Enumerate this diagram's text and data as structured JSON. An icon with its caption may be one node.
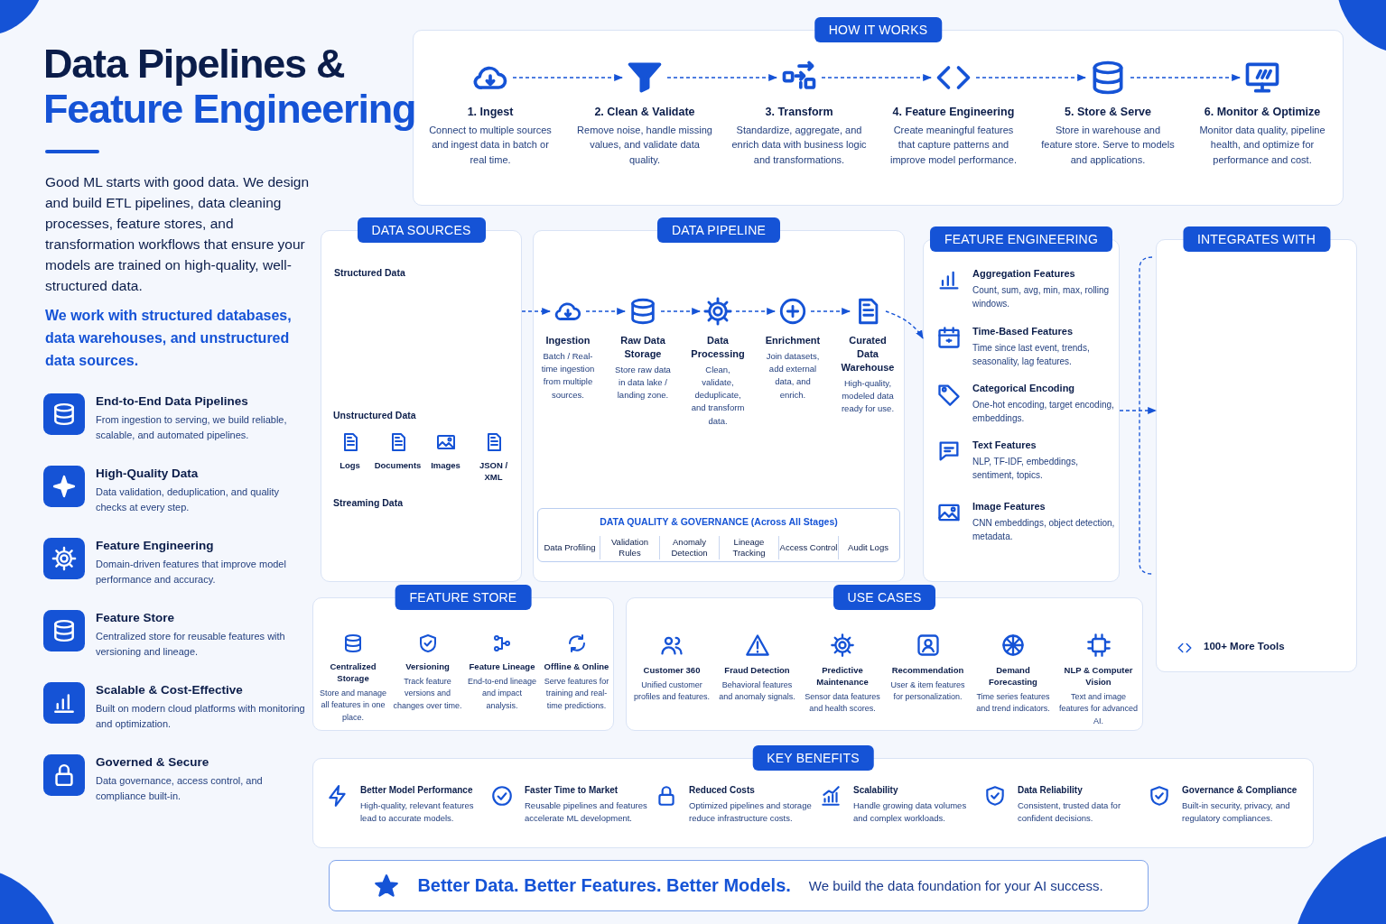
{
  "diagram": {
    "title": "Data Pipelines & Feature Engineering",
    "nodes": [
      {
        "text": [
          "HOW IT WORKS"
        ]
      },
      {
        "text": [
          "1. Ingest",
          "Connect to multiple sources and ingest data in batch or real time."
        ],
        "in": 0
      },
      {
        "text": [
          "2. Clean & Validate",
          "Remove noise, handle missing values, and validate data quality."
        ],
        "in": 0
      },
      {
        "text": [
          "3. Transform",
          "Standardize, aggregate, and enrich data with business logic and transformations."
        ],
        "in": 0
      },
      {
        "text": [
          "4. Feature Engineering",
          "Create meaningful features that capture patterns and improve model performance."
        ],
        "in": 0
      },
      {
        "text": [
          "5. Store & Serve",
          "Store in warehouse and feature store. Serve to models and applications."
        ],
        "in": 0
      },
      {
        "text": [
          "6. Monitor & Optimize",
          "Monitor data quality, pipeline health, and optimize for performance and cost."
        ],
        "in": 0
      },
      {
        "text": [
          "DATA SOURCES"
        ]
      },
      {
        "text": [
          "Structured Data"
        ],
        "in": 7
      },
      {
        "text": [
          "Unstructured Data"
        ],
        "in": 7
      },
      {
        "text": [
          "Logs"
        ],
        "in": 7
      },
      {
        "text": [
          "Documents"
        ],
        "in": 7
      },
      {
        "text": [
          "Images"
        ],
        "in": 7
      },
      {
        "text": [
          "JSON / XML"
        ],
        "in": 7
      },
      {
        "text": [
          "Streaming Data"
        ],
        "in": 7
      },
      {
        "text": [
          "DATA PIPELINE"
        ]
      },
      {
        "text": [
          "Ingestion",
          "Batch / Real-time ingestion from multiple sources."
        ],
        "in": 15
      },
      {
        "text": [
          "Raw Data Storage",
          "Store raw data in data lake / landing zone."
        ],
        "in": 15
      },
      {
        "text": [
          "Data Processing",
          "Clean, validate, deduplicate, and transform data."
        ],
        "in": 15
      },
      {
        "text": [
          "Enrichment",
          "Join datasets, add external data, and enrich."
        ],
        "in": 15
      },
      {
        "text": [
          "Curated Data Warehouse",
          "High-quality, modeled data ready for use."
        ],
        "in": 15
      },
      {
        "text": [
          "DATA QUALITY & GOVERNANCE (Across All Stages)"
        ],
        "in": 15
      },
      {
        "text": [
          "Data Profiling"
        ],
        "in": 21
      },
      {
        "text": [
          "Validation Rules"
        ],
        "in": 21
      },
      {
        "text": [
          "Anomaly Detection"
        ],
        "in": 21
      },
      {
        "text": [
          "Lineage Tracking"
        ],
        "in": 21
      },
      {
        "text": [
          "Access Control"
        ],
        "in": 21
      },
      {
        "text": [
          "Audit Logs"
        ],
        "in": 21
      },
      {
        "text": [
          "FEATURE ENGINEERING"
        ]
      },
      {
        "text": [
          "Aggregation Features",
          "Count, sum, avg, min, max, rolling windows."
        ],
        "in": 28
      },
      {
        "text": [
          "Time-Based Features",
          "Time since last event, trends, seasonality, lag features."
        ],
        "in": 28
      },
      {
        "text": [
          "Categorical Encoding",
          "One-hot encoding, target encoding, embeddings."
        ],
        "in": 28
      },
      {
        "text": [
          "Text Features",
          "NLP, TF-IDF, embeddings, sentiment, topics."
        ],
        "in": 28
      },
      {
        "text": [
          "Image Features",
          "CNN embeddings, object detection, metadata."
        ],
        "in": 28
      },
      {
        "text": [
          "INTEGRATES WITH"
        ]
      },
      {
        "text": [
          "100+ More Tools"
        ],
        "in": 34
      },
      {
        "text": [
          "FEATURE STORE"
        ]
      },
      {
        "text": [
          "Centralized Storage",
          "Store and manage all features in one place."
        ],
        "in": 36
      },
      {
        "text": [
          "Versioning",
          "Track feature versions and changes over time."
        ],
        "in": 36
      },
      {
        "text": [
          "Feature Lineage",
          "End-to-end lineage and impact analysis."
        ],
        "in": 36
      },
      {
        "text": [
          "Offline & Online",
          "Serve features for training and real-time predictions."
        ],
        "in": 36
      },
      {
        "text": [
          "USE CASES"
        ]
      },
      {
        "text": [
          "Customer 360",
          "Unified customer profiles and features."
        ],
        "in": 41
      },
      {
        "text": [
          "Fraud Detection",
          "Behavioral features and anomaly signals."
        ],
        "in": 41
      },
      {
        "text": [
          "Predictive Maintenance",
          "Sensor data features and health scores."
        ],
        "in": 41
      },
      {
        "text": [
          "Recommendation",
          "User & item features for personalization."
        ],
        "in": 41
      },
      {
        "text": [
          "Demand Forecasting",
          "Time series features and trend indicators."
        ],
        "in": 41
      },
      {
        "text": [
          "NLP & Computer Vision",
          "Text and image features for advanced AI."
        ],
        "in": 41
      },
      {
        "text": [
          "KEY BENEFITS"
        ]
      },
      {
        "text": [
          "Better Model Performance",
          "High-quality, relevant features lead to accurate models."
        ],
        "in": 48
      },
      {
        "text": [
          "Faster Time to Market",
          "Reusable pipelines and features accelerate ML development."
        ],
        "in": 48
      },
      {
        "text": [
          "Reduced Costs",
          "Optimized pipelines and storage reduce infrastructure costs."
        ],
        "in": 48
      },
      {
        "text": [
          "Scalability",
          "Handle growing data volumes and complex workloads."
        ],
        "in": 48
      },
      {
        "text": [
          "Data Reliability",
          "Consistent, trusted data for confident decisions."
        ],
        "in": 48
      },
      {
        "text": [
          "Governance & Compliance",
          "Built-in security, privacy, and regulatory compliances."
        ],
        "in": 48
      },
      {
        "text": [
          "Better Data. Better Features. Better Models.",
          "We build the data foundation for your AI success."
        ]
      },
      {
        "text": [
          "End-to-End Data Pipelines",
          "From ingestion to serving, we build reliable, scalable, and automated pipelines."
        ]
      },
      {
        "text": [
          "High-Quality Data",
          "Data validation, deduplication, and quality checks at every step."
        ]
      },
      {
        "text": [
          "Feature Engineering",
          "Domain-driven features that improve model performance and accuracy."
        ]
      },
      {
        "text": [
          "Feature Store",
          "Centralized store for reusable features with versioning and lineage."
        ]
      },
      {
        "text": [
          "Scalable & Cost-Effective",
          "Built on modern cloud platforms with monitoring and optimization."
        ]
      },
      {
        "text": [
          "Governed & Secure",
          "Data governance, access control, and compliance built-in."
        ]
      }
    ],
    "edges": [
      {
        "from": 1,
        "to": 2,
        "arrow": "to",
        "style": "dashed"
      },
      {
        "from": 2,
        "to": 3,
        "arrow": "to",
        "style": "dashed"
      },
      {
        "from": 3,
        "to": 4,
        "arrow": "to",
        "style": "dashed"
      },
      {
        "from": 4,
        "to": 5,
        "arrow": "to",
        "style": "dashed"
      },
      {
        "from": 5,
        "to": 6,
        "arrow": "to",
        "style": "dashed"
      },
      {
        "from": 7,
        "to": 16,
        "arrow": "to",
        "style": "dashed"
      },
      {
        "from": 16,
        "to": 17,
        "arrow": "to",
        "style": "dashed"
      },
      {
        "from": 17,
        "to": 18,
        "arrow": "to",
        "style": "dashed"
      },
      {
        "from": 18,
        "to": 19,
        "arrow": "to",
        "style": "dashed"
      },
      {
        "from": 19,
        "to": 20,
        "arrow": "to",
        "style": "dashed"
      },
      {
        "from": 20,
        "to": 28,
        "arrow": "to",
        "style": "dashed"
      },
      {
        "from": 28,
        "to": 34,
        "arrow": "to",
        "style": "dashed"
      }
    ],
    "labels": [
      "Good ML starts with good data. We design and build ETL pipelines, data cleaning processes, feature stores, and transformation workflows that ensure your models are trained on high-quality, well-structured data.",
      "We work with structured databases, data warehouses, and unstructured data sources."
    ]
  }
}
